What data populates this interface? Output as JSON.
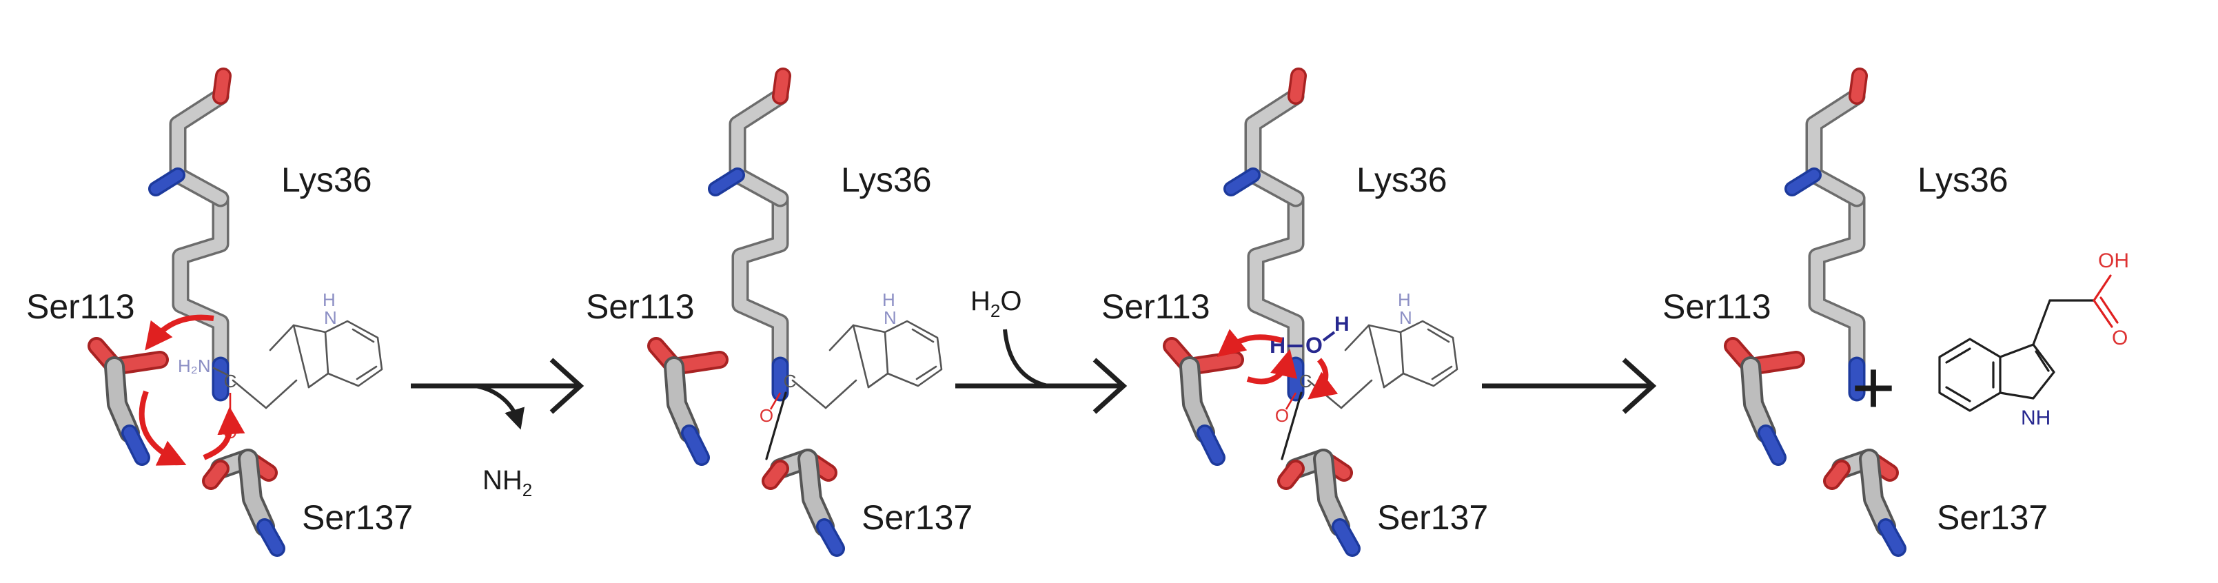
{
  "colors": {
    "carbon": "#b4b4b4",
    "carbon_dark": "#6c6c6c",
    "oxygen": "#dd3333",
    "nitrogen": "#2a46b4",
    "arrow_red": "#e02020",
    "water_blue": "#27288f",
    "faint_blue": "#8c8fc4",
    "text": "#1a1a1a"
  },
  "panels": [
    {
      "lys_label": "Lys36",
      "ser113_label": "Ser113",
      "ser137_label": "Ser137",
      "substrate": {
        "carbonyl_c": "C",
        "carbonyl_o": "O",
        "amide": "H₂N",
        "ring_nh": "N",
        "ring_h": "H"
      }
    },
    {
      "lys_label": "Lys36",
      "ser113_label": "Ser113",
      "ser137_label": "Ser137",
      "intermediate": {
        "carbonyl_c": "C",
        "carbonyl_o": "O",
        "ring_nh": "N",
        "ring_h": "H"
      }
    },
    {
      "lys_label": "Lys36",
      "ser113_label": "Ser113",
      "ser137_label": "Ser137",
      "intermediate": {
        "carbonyl_c": "C",
        "carbonyl_o": "O",
        "ring_nh": "N",
        "ring_h": "H"
      },
      "water": {
        "h_left": "H",
        "o": "O",
        "h_right": "H"
      }
    },
    {
      "lys_label": "Lys36",
      "ser113_label": "Ser113",
      "ser137_label": "Ser137"
    }
  ],
  "steps": {
    "step1_byproduct": {
      "main": "NH",
      "sub": "2"
    },
    "step2_reagent": {
      "main": "H",
      "sub": "2",
      "tail": "O"
    }
  },
  "product": {
    "plus": "+",
    "acid_oh": "OH",
    "acid_o": "O",
    "indole_nh": "NH"
  }
}
